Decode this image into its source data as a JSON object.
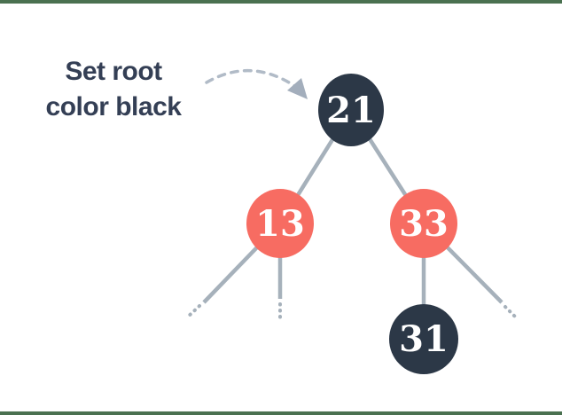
{
  "diagram": {
    "type": "red-black-tree",
    "annotation": {
      "line1": "Set root",
      "line2": "color black"
    },
    "nodes": [
      {
        "value": "21",
        "color": "black",
        "role": "root"
      },
      {
        "value": "13",
        "color": "red",
        "role": "left-child-of-21"
      },
      {
        "value": "33",
        "color": "red",
        "role": "right-child-of-21"
      },
      {
        "value": "31",
        "color": "black",
        "role": "left-child-of-33"
      }
    ],
    "edges": [
      "21-13",
      "21-33",
      "33-31"
    ],
    "truncated_edges": [
      "13-left-subtree",
      "13-middle-subtree",
      "33-right-subtree"
    ],
    "arrow": {
      "style": "dashed-curve",
      "points_to": "21"
    }
  },
  "colors": {
    "node_black": "#2c3847",
    "node_red": "#f76c62",
    "node_text": "#ffffff",
    "edge_gray": "#a6b1bb",
    "dashed_arrow_gray": "#b1bbc7",
    "arrowhead_gray": "#a3aebc",
    "annotation_text": "#343f55",
    "frame_green": "#4a7150",
    "background": "#ffffff"
  }
}
